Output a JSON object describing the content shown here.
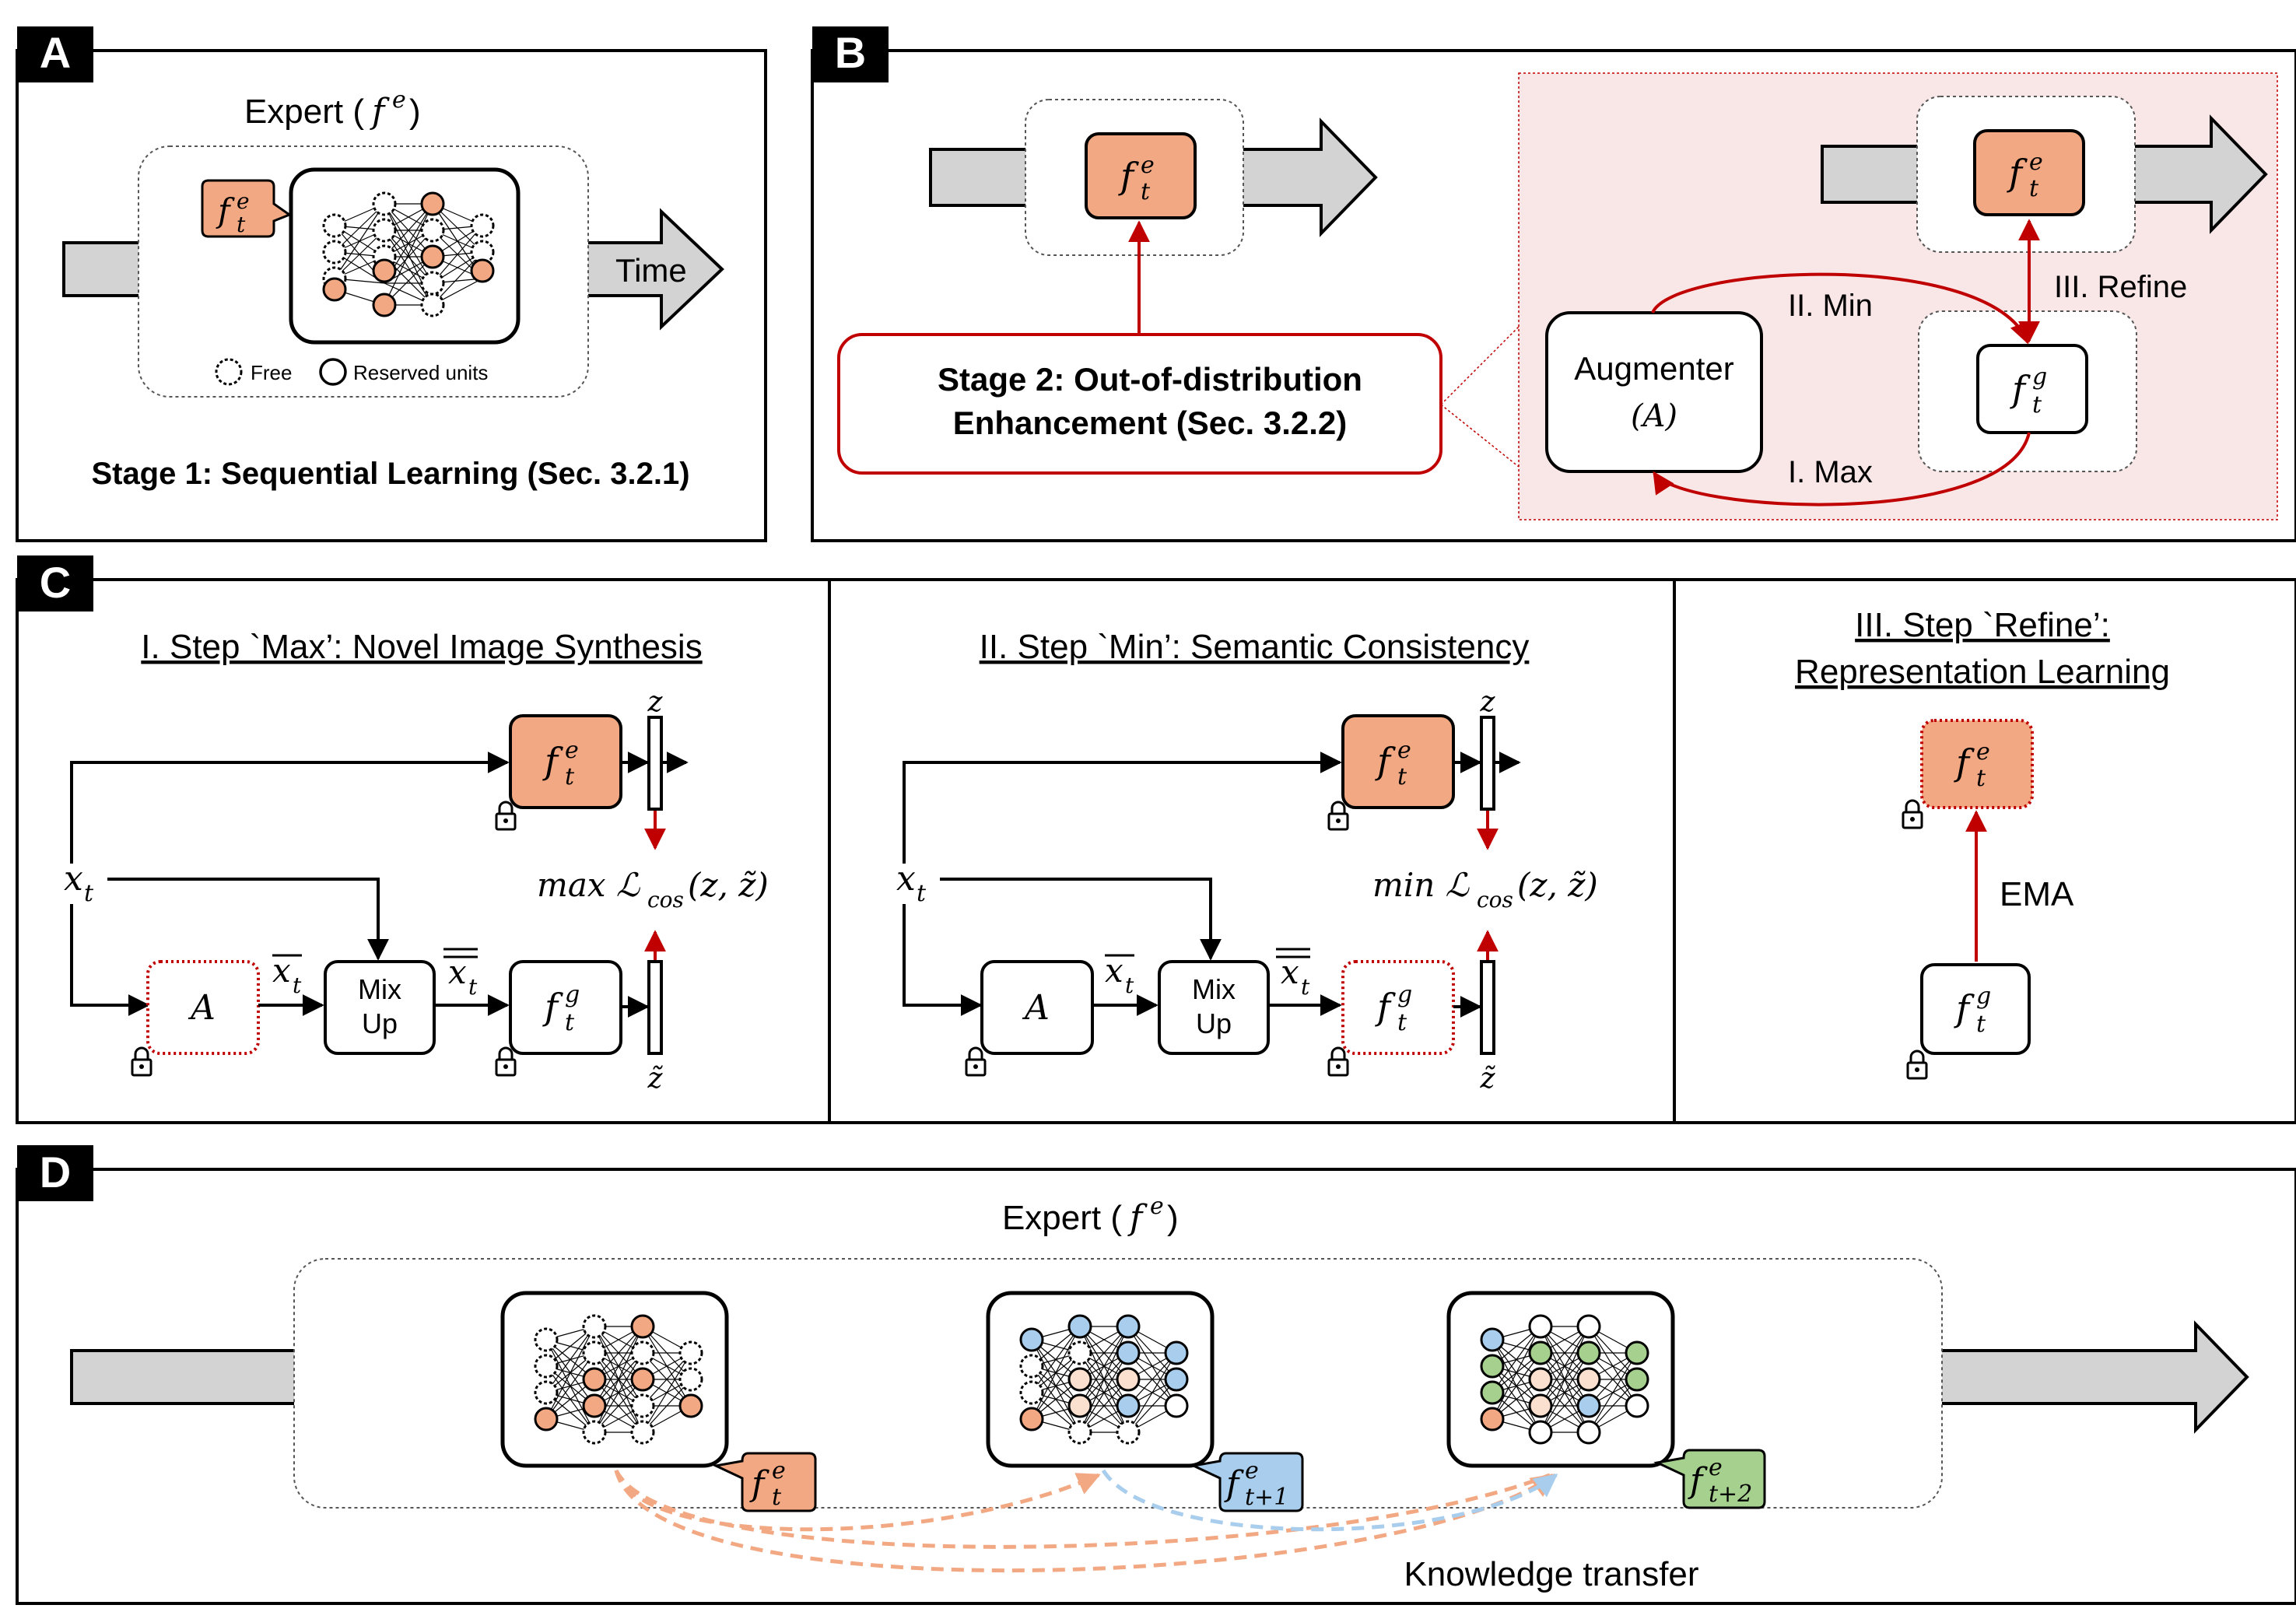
{
  "colors": {
    "orange": "#f2a882",
    "orange_light": "#fbe0cf",
    "blue": "#a9cdec",
    "green": "#a6d08e",
    "red": "#c00000",
    "pink_bg": "#f9e6e6",
    "gray": "#d3d3d3",
    "panel_tag": "#000000"
  },
  "panel_a": {
    "tag": "A",
    "expert": "Expert (",
    "expert_sym": "f",
    "expert_sup": "e",
    "expert_close": ")",
    "time": "Time",
    "legend_free": "Free",
    "legend_reserved": "Reserved units",
    "stage": "Stage 1: Sequential Learning (Sec. 3.2.1)",
    "model": {
      "base": "f",
      "sub": "t",
      "sup": "e"
    }
  },
  "panel_b": {
    "tag": "B",
    "stage_line1": "Stage 2: Out-of-distribution",
    "stage_line2": "Enhancement (Sec. 3.2.2)",
    "augmenter": "Augmenter",
    "augmenter_sym": "(A)",
    "min": "II. Min",
    "max": "I. Max",
    "refine": "III. Refine",
    "model_e": {
      "base": "f",
      "sub": "t",
      "sup": "e"
    },
    "model_g": {
      "base": "f",
      "sub": "t",
      "sup": "g"
    }
  },
  "panel_c": {
    "tag": "C",
    "col1_title": "I. Step `Max’: Novel Image Synthesis",
    "col2_title": "II. Step `Min’: Semantic Consistency",
    "col3_title_line1": "III. Step `Refine’:",
    "col3_title_line2": "Representation Learning",
    "max_loss": "max ℒ",
    "min_loss": "min ℒ",
    "loss_sub": "cos",
    "loss_args": "(z, z̃)",
    "z": "z",
    "z_tilde": "z̃",
    "x": "x",
    "x_sub": "t",
    "augmenter": "A",
    "mix_line1": "Mix",
    "mix_line2": "Up",
    "ema": "EMA",
    "model_e": {
      "base": "f",
      "sub": "t",
      "sup": "e"
    },
    "model_g": {
      "base": "f",
      "sub": "t",
      "sup": "g"
    }
  },
  "panel_d": {
    "tag": "D",
    "expert": "Expert (",
    "expert_sym": "f",
    "expert_sup": "e",
    "expert_close": ")",
    "knowledge_transfer": "Knowledge transfer",
    "experts": [
      {
        "base": "f",
        "sub": "t",
        "sup": "e"
      },
      {
        "base": "f",
        "sub": "t+1",
        "sup": "e"
      },
      {
        "base": "f",
        "sub": "t+2",
        "sup": "e"
      }
    ]
  }
}
